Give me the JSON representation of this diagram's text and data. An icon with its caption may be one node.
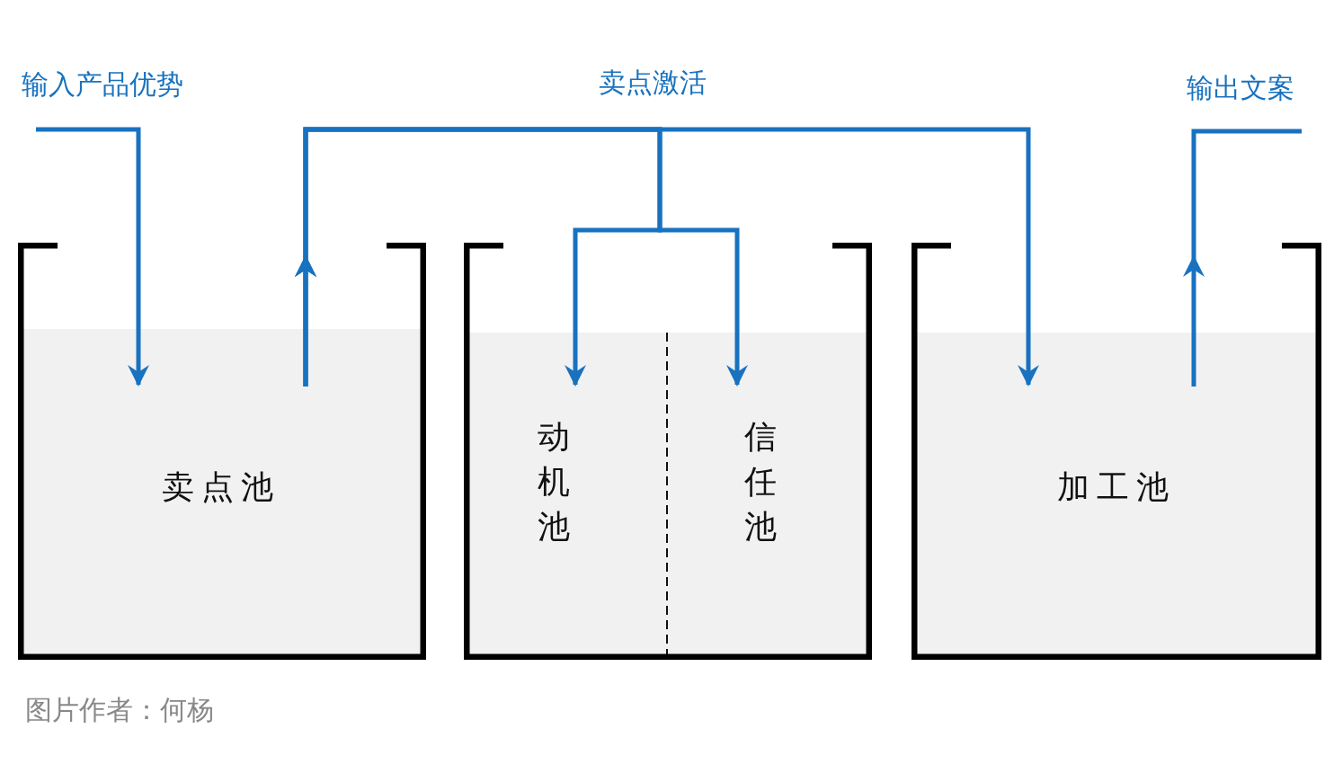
{
  "diagram": {
    "caption": "图片作者：何杨",
    "nodes": [
      {
        "text": [
          "输入产品优势"
        ]
      },
      {
        "text": [
          "卖点激活"
        ]
      },
      {
        "text": [
          "输出文案"
        ]
      },
      {
        "text": [
          "卖点池"
        ]
      },
      {
        "text": [],
        "shape": "box"
      },
      {
        "text": [
          "动机池"
        ],
        "in": 4
      },
      {
        "text": [
          "信任池"
        ],
        "in": 4
      },
      {
        "text": [
          "加工池"
        ]
      }
    ],
    "edges": [
      {
        "from": 0,
        "to": 3,
        "arrow": "to"
      },
      {
        "from": 3,
        "to": 5,
        "arrow": "to"
      },
      {
        "from": 3,
        "to": 6,
        "arrow": "to"
      },
      {
        "from": 3,
        "to": 7,
        "arrow": "to"
      },
      {
        "from": 7,
        "to": 2,
        "arrow": "to"
      }
    ]
  }
}
